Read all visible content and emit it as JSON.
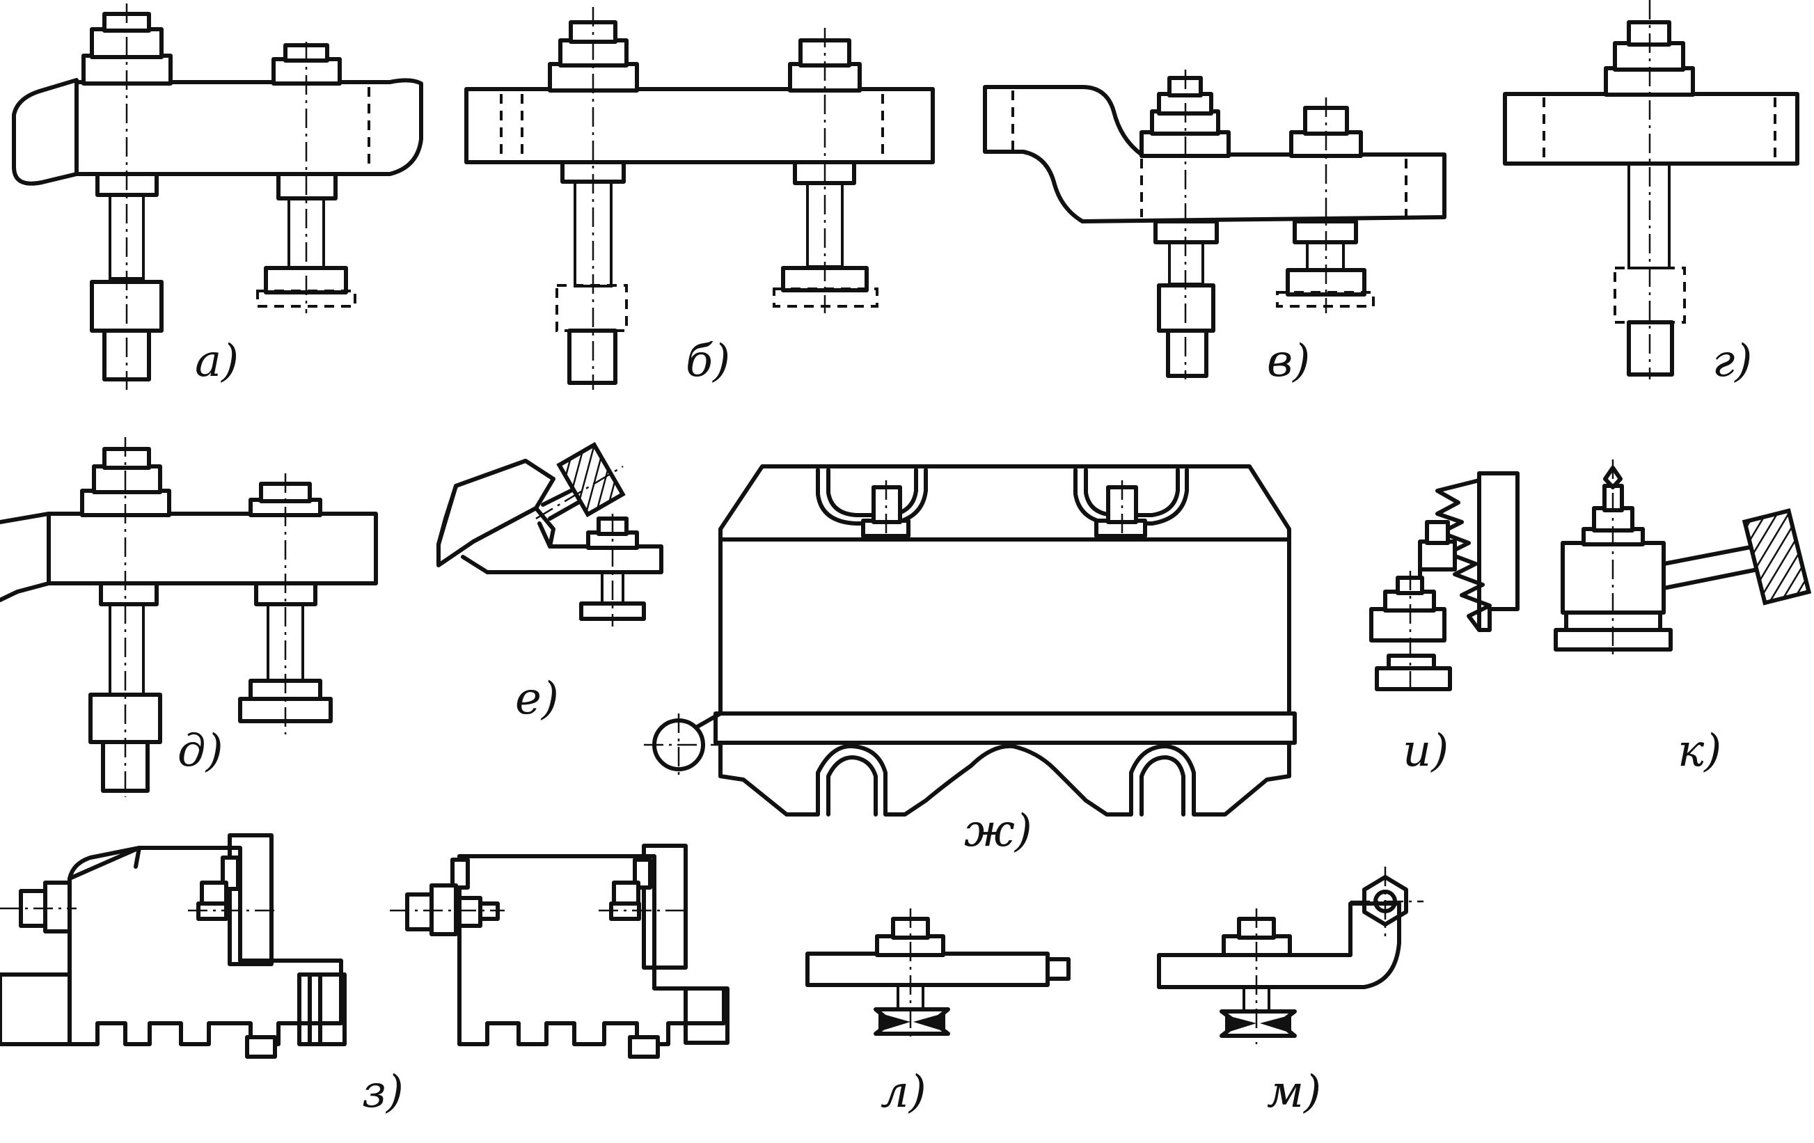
{
  "labels": {
    "a": "а)",
    "b": "б)",
    "v": "в)",
    "g": "г)",
    "d": "д)",
    "e": "е)",
    "zh": "ж)",
    "z": "з)",
    "i": "и)",
    "k": "к)",
    "l": "л)",
    "m": "м)"
  }
}
